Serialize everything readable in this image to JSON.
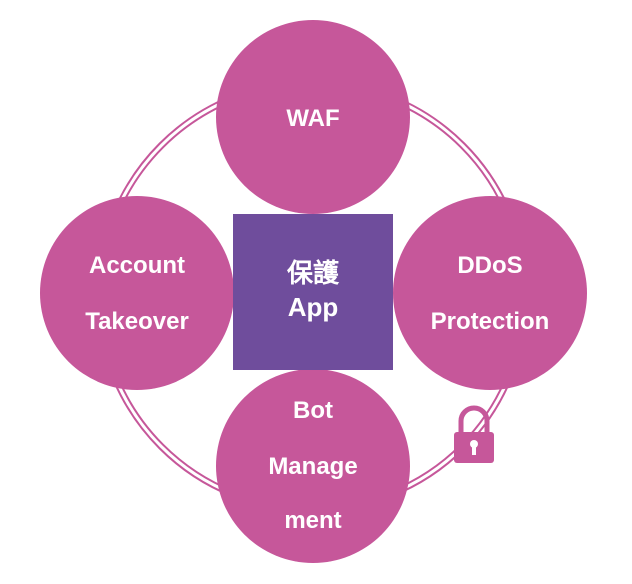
{
  "colors": {
    "node_fill": "#c6579a",
    "ring_stroke": "#c6579a",
    "center_fill": "#6f4d9c",
    "label": "#ffffff",
    "lock": "#c6579a"
  },
  "center": {
    "line1": "保護",
    "line2": "App"
  },
  "nodes": {
    "top": {
      "line1": "WAF"
    },
    "left": {
      "line1": "Account",
      "line2": "Takeover"
    },
    "right": {
      "line1": "DDoS",
      "line2": "Protection"
    },
    "bottom": {
      "line1": "Bot",
      "line2": "Manage",
      "line3": "ment"
    }
  },
  "icons": {
    "lock": "padlock-icon"
  }
}
